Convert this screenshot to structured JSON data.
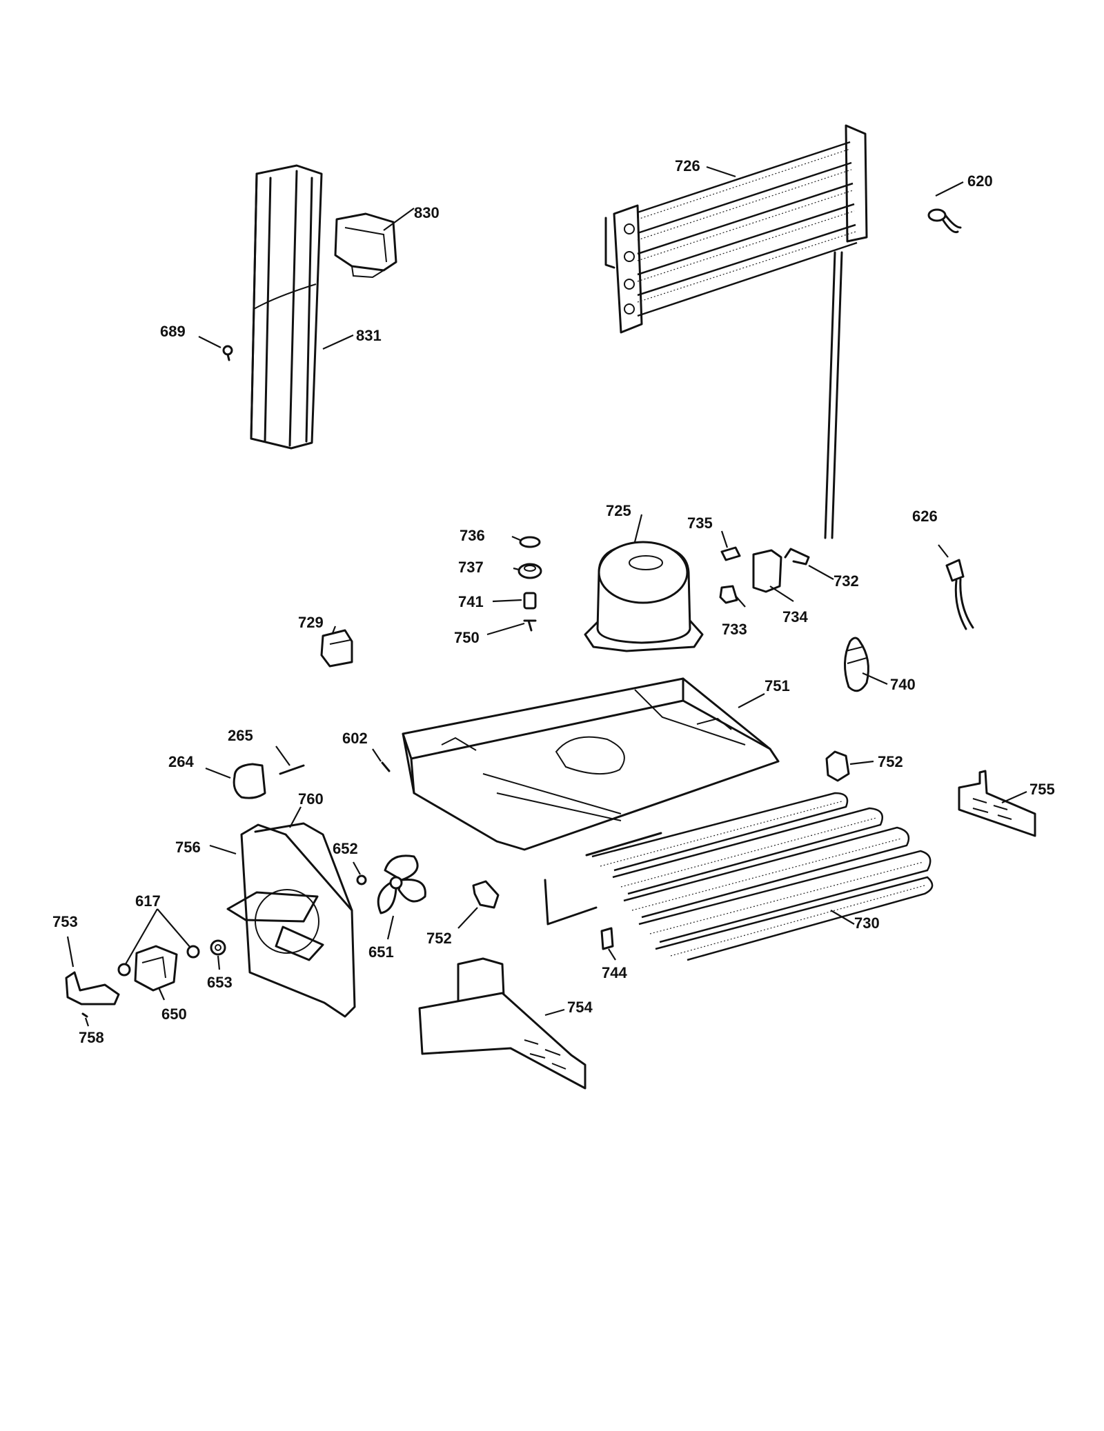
{
  "diagram": {
    "callouts": [
      "264",
      "265",
      "602",
      "617",
      "620",
      "626",
      "650",
      "651",
      "652",
      "653",
      "689",
      "725",
      "726",
      "729",
      "730",
      "732",
      "733",
      "734",
      "735",
      "736",
      "737",
      "740",
      "741",
      "744",
      "750",
      "751",
      "752",
      "752",
      "753",
      "754",
      "755",
      "756",
      "758",
      "760",
      "830",
      "831"
    ]
  }
}
